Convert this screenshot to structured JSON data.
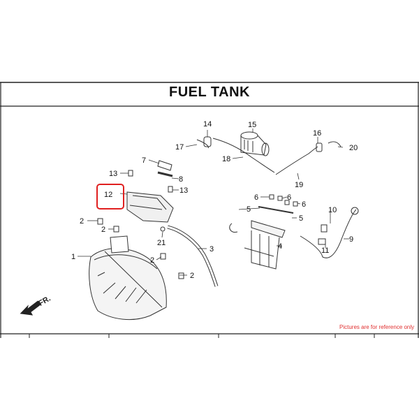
{
  "title": "FUEL TANK",
  "note": "Pictures are for reference only",
  "direction_label": "FR.",
  "highlight_color": "#e02020",
  "note_color": "#e03030",
  "highlighted_callout": "12",
  "callouts": [
    "1",
    "2",
    "2",
    "2",
    "2",
    "2",
    "3",
    "4",
    "5",
    "5",
    "6",
    "6",
    "6",
    "7",
    "8",
    "9",
    "10",
    "11",
    "12",
    "13",
    "13",
    "14",
    "15",
    "16",
    "17",
    "18",
    "19",
    "20",
    "21"
  ]
}
